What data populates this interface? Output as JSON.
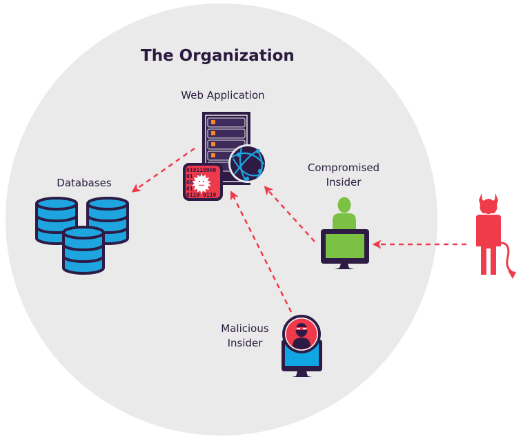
{
  "diagram": {
    "title": "The Organization",
    "nodes": {
      "web_application": {
        "label": "Web Application",
        "icon": "server-icon"
      },
      "databases": {
        "label": "Databases",
        "icon": "database-icon"
      },
      "compromised_insider": {
        "label_line1": "Compromised",
        "label_line2": "Insider",
        "icon": "user-at-computer-icon"
      },
      "malicious_insider": {
        "label_line1": "Malicious",
        "label_line2": "Insider",
        "icon": "masked-user-monitor-icon"
      },
      "external_attacker": {
        "label": "",
        "icon": "devil-icon"
      }
    },
    "attachments": {
      "malware_badge": {
        "icon": "malware-binary-icon",
        "binary_rows": [
          "010110000",
          "01 1C",
          "00 1",
          "01 0",
          "0110 0110"
        ]
      },
      "globe_badge": {
        "icon": "globe-network-icon"
      }
    },
    "edges": [
      {
        "from": "web_application",
        "to": "databases",
        "style": "dashed-arrow"
      },
      {
        "from": "compromised_insider",
        "to": "web_application",
        "style": "dashed-arrow"
      },
      {
        "from": "malicious_insider",
        "to": "web_application",
        "style": "dashed-arrow"
      },
      {
        "from": "external_attacker",
        "to": "compromised_insider",
        "style": "dashed-arrow"
      }
    ],
    "colors": {
      "organization_fill": "#eaeaea",
      "text": "#2a1a3e",
      "dark": "#2d1b45",
      "arrow": "#ee3a4a",
      "database_blue": "#1ea5e0",
      "server_led": "#f2892a",
      "compromised_green": "#7bc143",
      "malicious_red": "#ee3a4a",
      "malicious_screen": "#10a6e3",
      "devil_red": "#ef3b4a"
    }
  }
}
